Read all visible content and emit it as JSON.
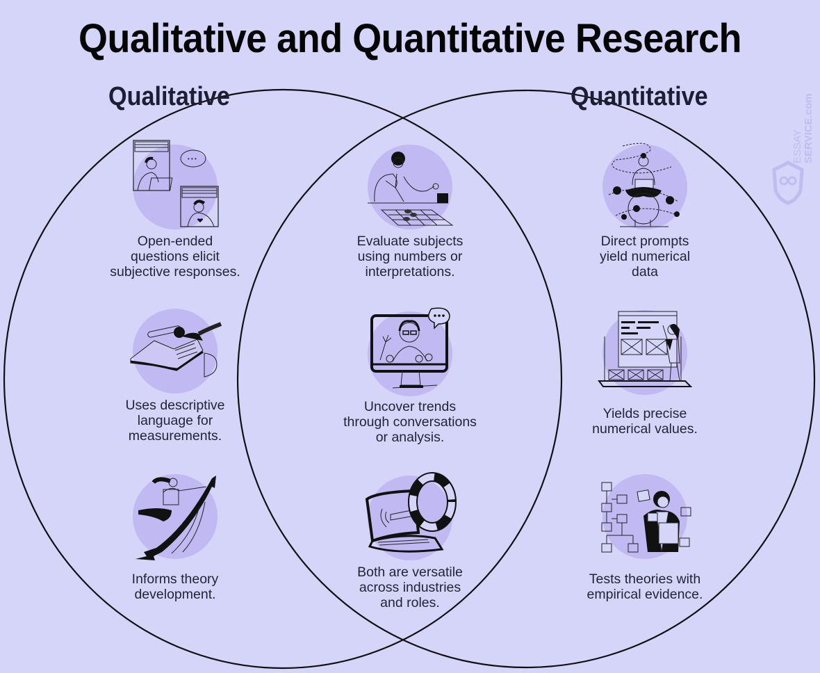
{
  "title": "Qualitative and Quantitative Research",
  "sets": {
    "left": {
      "label": "Qualitative"
    },
    "right": {
      "label": "Quantitative"
    }
  },
  "watermark": {
    "line1": "ESSAY",
    "line2": "SERVICE.com",
    "icon": "owl-shield-logo"
  },
  "colors": {
    "background": "#d5d4f9",
    "icon_blob": "#c1b9f1",
    "outline": "#111111",
    "text": "#242436"
  },
  "qualitative_items": [
    {
      "icon": "video-chat-people-icon",
      "text": "Open-ended\nquestions elicit\nsubjective responses."
    },
    {
      "icon": "person-reading-book-icon",
      "text": "Uses descriptive\nlanguage for\nmeasurements."
    },
    {
      "icon": "person-riding-arrow-icon",
      "text": "Informs theory\ndevelopment."
    }
  ],
  "shared_items": [
    {
      "icon": "person-playing-board-game-icon",
      "text": "Evaluate subjects\nusing numbers or\ninterpretations."
    },
    {
      "icon": "video-call-monitor-icon",
      "text": "Uncover trends\nthrough conversations\nor analysis."
    },
    {
      "icon": "laptop-lifebuoy-icon",
      "text": "Both are versatile\nacross industries\nand roles."
    }
  ],
  "quantitative_items": [
    {
      "icon": "meditating-person-apps-icon",
      "text": "Direct prompts\nyield numerical\ndata"
    },
    {
      "icon": "person-presenting-wireframe-icon",
      "text": "Yields precise\nnumerical values."
    },
    {
      "icon": "person-flowchart-icon",
      "text": "Tests theories with\nempirical evidence."
    }
  ]
}
